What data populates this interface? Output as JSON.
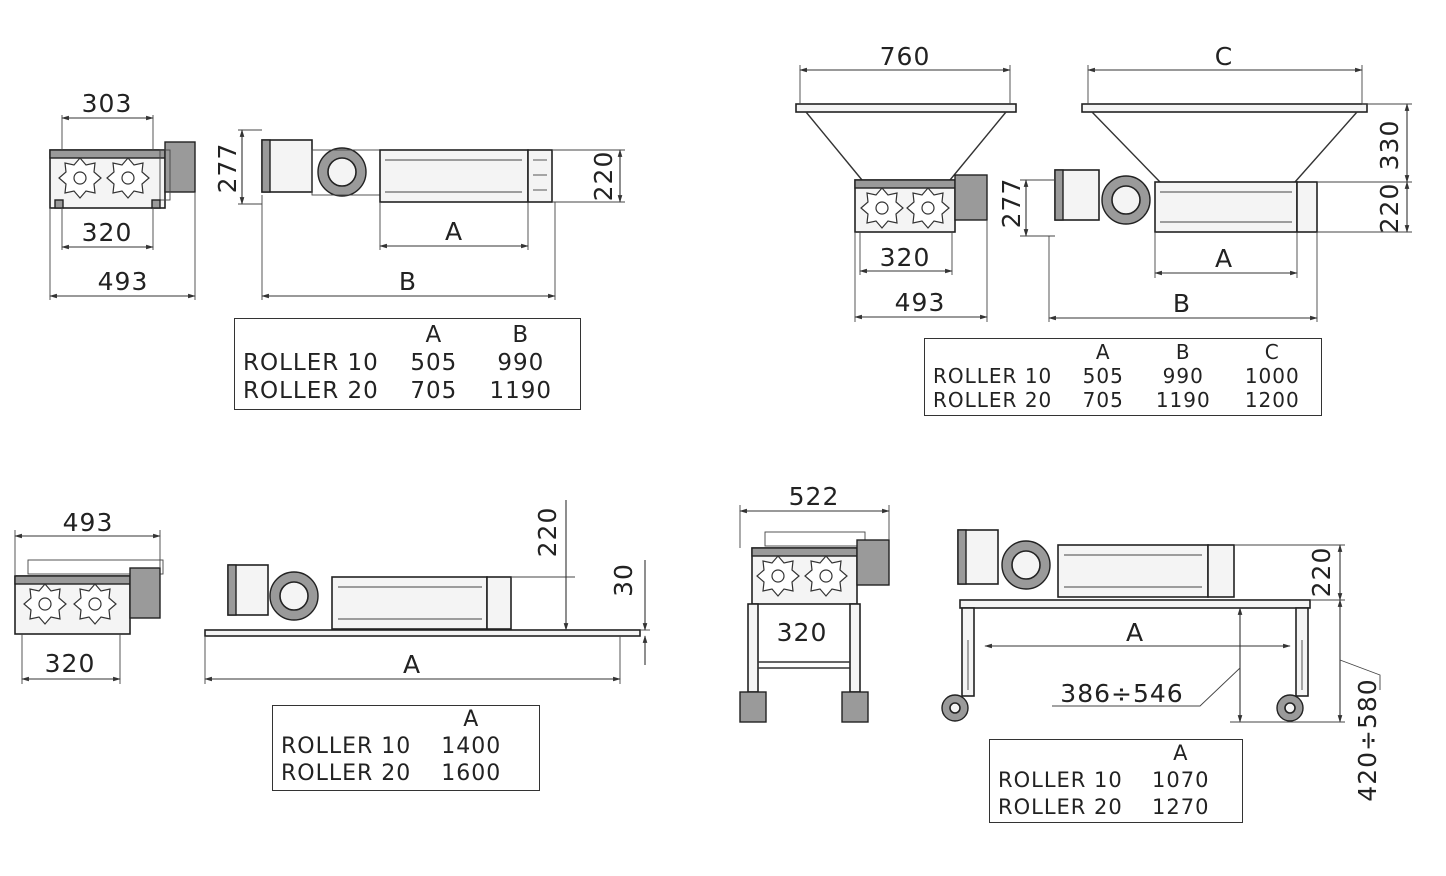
{
  "views": {
    "top_left": {
      "front": {
        "top": "303",
        "inner": "320",
        "width": "493",
        "height": "277"
      },
      "side": {
        "A": "A",
        "B": "B",
        "height": "220"
      },
      "table": {
        "headers": [
          "",
          "A",
          "B"
        ],
        "rows": [
          [
            "ROLLER 10",
            "505",
            "990"
          ],
          [
            "ROLLER 20",
            "705",
            "1190"
          ]
        ]
      }
    },
    "top_right": {
      "front": {
        "top": "760",
        "inner": "320",
        "width": "493",
        "height": "277"
      },
      "side": {
        "C": "C",
        "A": "A",
        "B": "B",
        "hopper": "330",
        "height": "220"
      },
      "table": {
        "headers": [
          "",
          "A",
          "B",
          "C"
        ],
        "rows": [
          [
            "ROLLER 10",
            "505",
            "990",
            "1000"
          ],
          [
            "ROLLER 20",
            "705",
            "1190",
            "1200"
          ]
        ]
      }
    },
    "bottom_left": {
      "front": {
        "top": "493",
        "inner": "320"
      },
      "side": {
        "height": "220",
        "base": "30",
        "A": "A"
      },
      "table": {
        "headers": [
          "",
          "A"
        ],
        "rows": [
          [
            "ROLLER 10",
            "1400"
          ],
          [
            "ROLLER 20",
            "1600"
          ]
        ]
      }
    },
    "bottom_right": {
      "front": {
        "top": "522",
        "inner": "320"
      },
      "side": {
        "A": "A",
        "height": "220",
        "leg": "386÷546",
        "total": "420÷580"
      },
      "table": {
        "headers": [
          "",
          "A"
        ],
        "rows": [
          [
            "ROLLER 10",
            "1070"
          ],
          [
            "ROLLER 20",
            "1270"
          ]
        ]
      }
    }
  }
}
